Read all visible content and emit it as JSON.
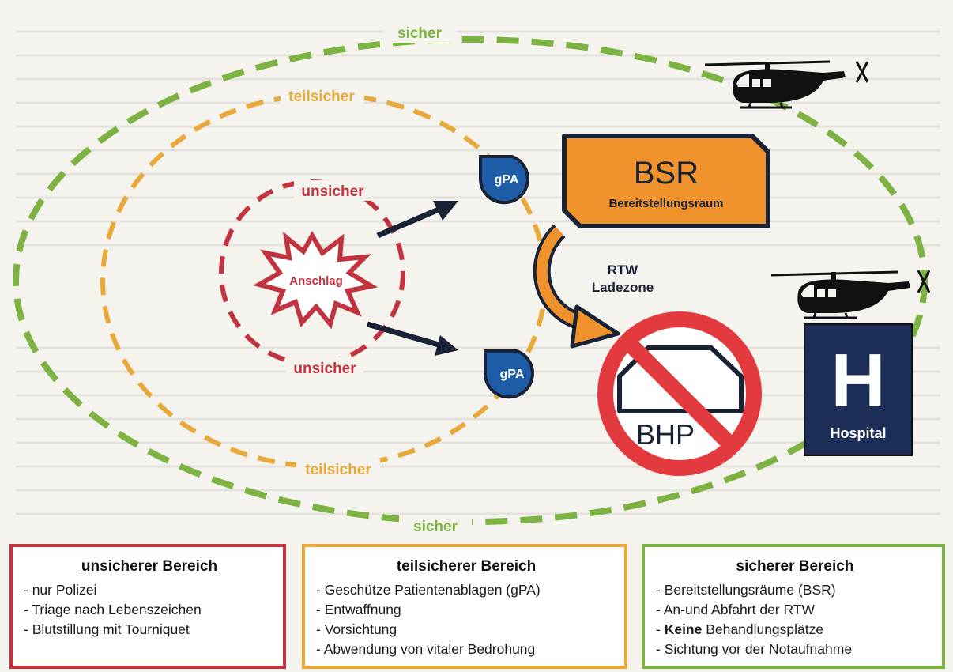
{
  "zones": {
    "safe_top": "sicher",
    "safe_bottom": "sicher",
    "partial_top": "teilsicher",
    "partial_bottom": "teilsicher",
    "unsafe_top": "unsicher",
    "unsafe_bottom": "unsicher"
  },
  "incident": "Anschlag",
  "gpa_top": "gPA",
  "gpa_bottom": "gPA",
  "bsr": {
    "abbr": "BSR",
    "full": "Bereitstellungsraum"
  },
  "rtw": {
    "line1": "RTW",
    "line2": "Ladezone"
  },
  "bhp": "BHP",
  "hospital": {
    "letter": "H",
    "label": "Hospital"
  },
  "legend": {
    "unsafe": {
      "title": "unsicherer Bereich",
      "items": [
        "- nur Polizei",
        "- Triage nach Lebenszeichen",
        "- Blutstillung mit Tourniquet"
      ]
    },
    "partial": {
      "title": "teilsicherer Bereich",
      "items": [
        "- Geschütze Patientenablagen (gPA)",
        "- Entwaffnung",
        "- Vorsichtung",
        "- Abwendung von vitaler Bedrohung"
      ]
    },
    "safe": {
      "title": "sicherer Bereich",
      "items": [
        "- Bereitstellungsräume (BSR)",
        "- An-und Abfahrt der RTW",
        "Behandlungsplätze",
        "- Sichtung vor der Notaufnahme"
      ],
      "bold_word": "Keine",
      "bold_prefix": "- "
    }
  },
  "colors": {
    "safe": "#7db342",
    "partial": "#e8a93a",
    "unsafe": "#c0333f",
    "bsr_fill": "#f0922b",
    "gpa_fill": "#1f5ca8",
    "hospital_fill": "#1c2d57",
    "no_sign": "#e23a3f",
    "arrow": "#1a2236"
  },
  "icons": [
    "helicopter-icon",
    "prohibition-sign-icon",
    "explosion-icon",
    "curved-arrow-icon"
  ]
}
